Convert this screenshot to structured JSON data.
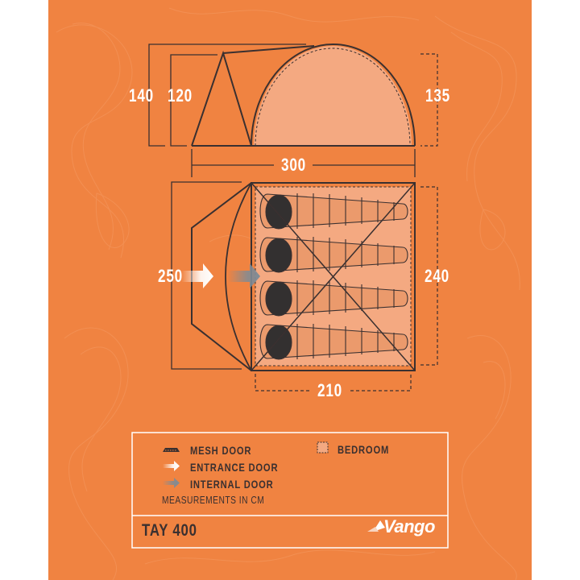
{
  "colors": {
    "background": "#F08341",
    "bedroom_fill": "#F4A981",
    "bag_fill": "#EB9A6C",
    "line": "#3a3030",
    "head": "#333030",
    "text_white": "#ffffff",
    "text_dark": "#3a3030",
    "internal_arrow": "#7f8b95"
  },
  "side_view": {
    "dims": {
      "overall_height": "140",
      "porch_height": "120",
      "bedroom_height": "135",
      "length": "300"
    }
  },
  "floor_plan": {
    "dims": {
      "width": "250",
      "bedroom_width": "240",
      "bedroom_length": "210"
    },
    "sleeping_bags": 4
  },
  "legend": {
    "items": [
      {
        "icon": "mesh-door-icon",
        "label": "MESH DOOR"
      },
      {
        "icon": "entrance-door-arrow-icon",
        "label": "ENTRANCE DOOR"
      },
      {
        "icon": "internal-door-arrow-icon",
        "label": "INTERNAL DOOR"
      },
      {
        "icon": "bedroom-swatch-icon",
        "label": "BEDROOM"
      }
    ],
    "note": "MEASUREMENTS IN CM"
  },
  "footer": {
    "model": "TAY 400",
    "brand": "Vango"
  }
}
